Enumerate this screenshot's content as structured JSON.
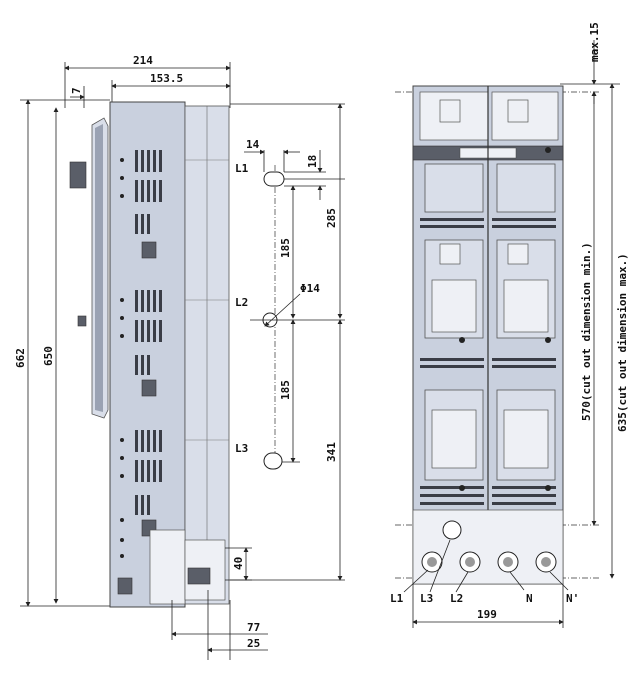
{
  "side_view": {
    "dims": {
      "overall_width": "214",
      "body_width": "153.5",
      "offset_top": "7",
      "height_total": "662",
      "height_body": "650",
      "bottom_offset_77": "77",
      "bottom_offset_25": "25",
      "terminal_40": "40"
    }
  },
  "mounting_holes": {
    "labels": [
      "L1",
      "L2",
      "L3"
    ],
    "dims": {
      "hole_width": "14",
      "hole_height": "18",
      "top_offset": "285",
      "pitch_upper": "185",
      "pitch_lower": "185",
      "hole_diameter": "Φ14",
      "bottom_offset": "341"
    }
  },
  "front_view": {
    "dims": {
      "top_clearance": "max.15",
      "cut_out_min": "570(cut out dimension min.)",
      "cut_out_max": "635(cut out dimension max.)",
      "width": "199"
    },
    "terminals": [
      "L1",
      "L3",
      "L2",
      "N",
      "N'"
    ]
  }
}
